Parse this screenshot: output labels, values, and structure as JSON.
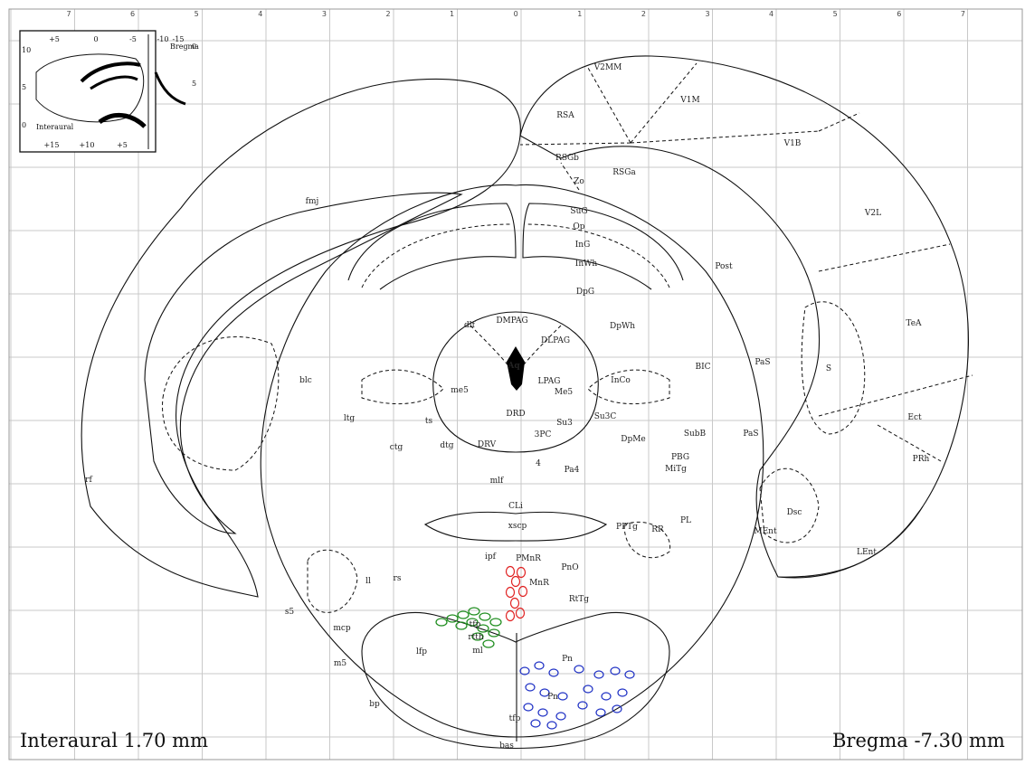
{
  "caption": {
    "interaural": "Interaural 1.70 mm",
    "bregma": "Bregma -7.30 mm"
  },
  "inset": {
    "top_ticks": [
      "+5",
      "0",
      "-5",
      "-10",
      "-15"
    ],
    "bottom_ticks": [
      "+15",
      "+10",
      "+5"
    ],
    "left_ticks": [
      "10",
      "5",
      "0"
    ],
    "right_ticks": [
      "0",
      "5"
    ],
    "bregma_label": "Bregma",
    "interaural_label": "Interaural"
  },
  "ruler": {
    "top": [
      "7",
      "6",
      "5",
      "4",
      "3",
      "2",
      "1",
      "0",
      "1",
      "2",
      "3",
      "4",
      "5",
      "6",
      "7"
    ]
  },
  "regions": [
    {
      "id": "V2MM",
      "text": "V2MM"
    },
    {
      "id": "V1M",
      "text": "V1M"
    },
    {
      "id": "RSA",
      "text": "RSA"
    },
    {
      "id": "V1B",
      "text": "V1B"
    },
    {
      "id": "RSGb",
      "text": "RSGb"
    },
    {
      "id": "RSGa",
      "text": "RSGa"
    },
    {
      "id": "Zo",
      "text": "Zo"
    },
    {
      "id": "SuG",
      "text": "SuG"
    },
    {
      "id": "Op",
      "text": "Op"
    },
    {
      "id": "InG",
      "text": "InG"
    },
    {
      "id": "InWh",
      "text": "InWh"
    },
    {
      "id": "V2L",
      "text": "V2L"
    },
    {
      "id": "Post",
      "text": "Post"
    },
    {
      "id": "fmj",
      "text": "fmj"
    },
    {
      "id": "DpG",
      "text": "DpG"
    },
    {
      "id": "DpWh",
      "text": "DpWh"
    },
    {
      "id": "dlf",
      "text": "dlf"
    },
    {
      "id": "DMPAG",
      "text": "DMPAG"
    },
    {
      "id": "DLPAG",
      "text": "DLPAG"
    },
    {
      "id": "TeA",
      "text": "TeA"
    },
    {
      "id": "Aq",
      "text": "Aq"
    },
    {
      "id": "LPAG",
      "text": "LPAG"
    },
    {
      "id": "InCo",
      "text": "InCo"
    },
    {
      "id": "BIC",
      "text": "BIC"
    },
    {
      "id": "PaS_top",
      "text": "PaS"
    },
    {
      "id": "S",
      "text": "S"
    },
    {
      "id": "me5",
      "text": "me5"
    },
    {
      "id": "Me5",
      "text": "Me5"
    },
    {
      "id": "blc",
      "text": "blc"
    },
    {
      "id": "DRD",
      "text": "DRD"
    },
    {
      "id": "Su3C",
      "text": "Su3C"
    },
    {
      "id": "Su3",
      "text": "Su3"
    },
    {
      "id": "ltg",
      "text": "ltg"
    },
    {
      "id": "ts",
      "text": "ts"
    },
    {
      "id": "SubB",
      "text": "SubB"
    },
    {
      "id": "Ect",
      "text": "Ect"
    },
    {
      "id": "PaS_low",
      "text": "PaS"
    },
    {
      "id": "ctg",
      "text": "ctg"
    },
    {
      "id": "dtg",
      "text": "dtg"
    },
    {
      "id": "DRV",
      "text": "DRV"
    },
    {
      "id": "3PC",
      "text": "3PC"
    },
    {
      "id": "DpMe",
      "text": "DpMe"
    },
    {
      "id": "PBG",
      "text": "PBG"
    },
    {
      "id": "PRh",
      "text": "PRh"
    },
    {
      "id": "MiTg",
      "text": "MiTg"
    },
    {
      "id": "4",
      "text": "4"
    },
    {
      "id": "Pa4",
      "text": "Pa4"
    },
    {
      "id": "mlf",
      "text": "mlf"
    },
    {
      "id": "rf",
      "text": "rf"
    },
    {
      "id": "CLi",
      "text": "CLi"
    },
    {
      "id": "Dsc",
      "text": "Dsc"
    },
    {
      "id": "xscp",
      "text": "xscp"
    },
    {
      "id": "PPTg",
      "text": "PPTg"
    },
    {
      "id": "RR",
      "text": "RR"
    },
    {
      "id": "PL",
      "text": "PL"
    },
    {
      "id": "MEnt",
      "text": "MEnt"
    },
    {
      "id": "ipf",
      "text": "ipf"
    },
    {
      "id": "PMnR",
      "text": "PMnR"
    },
    {
      "id": "LEnt",
      "text": "LEnt"
    },
    {
      "id": "PnO",
      "text": "PnO"
    },
    {
      "id": "MnR",
      "text": "MnR"
    },
    {
      "id": "ll",
      "text": "ll"
    },
    {
      "id": "rs",
      "text": "rs"
    },
    {
      "id": "RtTg",
      "text": "RtTg"
    },
    {
      "id": "s5",
      "text": "s5"
    },
    {
      "id": "mcp",
      "text": "mcp"
    },
    {
      "id": "tfp",
      "text": "tfp"
    },
    {
      "id": "rtth",
      "text": "rtth"
    },
    {
      "id": "lfp",
      "text": "lfp"
    },
    {
      "id": "ml",
      "text": "ml"
    },
    {
      "id": "Pn_up",
      "text": "Pn"
    },
    {
      "id": "m5",
      "text": "m5"
    },
    {
      "id": "Pn_low",
      "text": "Pn"
    },
    {
      "id": "bp",
      "text": "bp"
    },
    {
      "id": "tfp_low",
      "text": "tfp"
    },
    {
      "id": "bas",
      "text": "bas"
    }
  ],
  "colors": {
    "red_cluster": "#e02020",
    "green_cluster": "#1c8c1c",
    "blue_cluster": "#1d2fc4",
    "aqueduct": "#000000",
    "grid": "#c9c9c9"
  }
}
